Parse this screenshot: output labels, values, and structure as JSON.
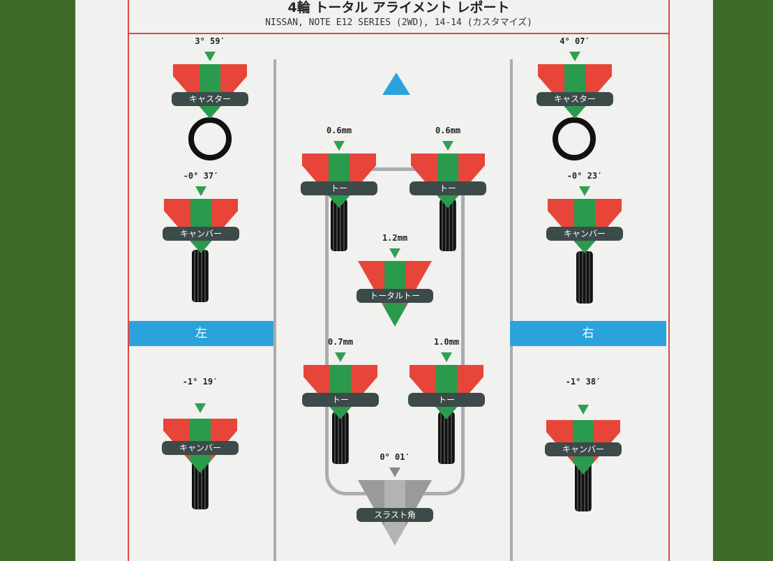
{
  "header": {
    "title": "4輪 トータル アライメント レポート",
    "subtitle": "NISSAN, NOTE E12 SERIES (2WD), 14-14 (カスタマイズ)"
  },
  "sides": {
    "left": "左",
    "right": "右"
  },
  "gauges": {
    "caster_left": {
      "value": "3° 59′",
      "label": "キャスター"
    },
    "caster_right": {
      "value": "4° 07′",
      "label": "キャスター"
    },
    "camber_front_left": {
      "value": "-0° 37′",
      "label": "キャンバー"
    },
    "camber_front_right": {
      "value": "-0° 23′",
      "label": "キャンバー"
    },
    "camber_rear_left": {
      "value": "-1° 19′",
      "label": "キャンバー"
    },
    "camber_rear_right": {
      "value": "-1° 38′",
      "label": "キャンバー"
    },
    "toe_front_left": {
      "value": "0.6mm",
      "label": "トー"
    },
    "toe_front_right": {
      "value": "0.6mm",
      "label": "トー"
    },
    "total_toe": {
      "value": "1.2mm",
      "label": "トータルトー"
    },
    "toe_rear_left": {
      "value": "0.7mm",
      "label": "トー"
    },
    "toe_rear_right": {
      "value": "1.0mm",
      "label": "トー"
    },
    "thrust_angle": {
      "value": "0° 01′",
      "label": "スラスト角"
    }
  },
  "colors": {
    "in_range": "#2a9a4c",
    "out_of_range": "#e8453a",
    "accent": "#2aa3dc",
    "border": "#d84a4a"
  }
}
